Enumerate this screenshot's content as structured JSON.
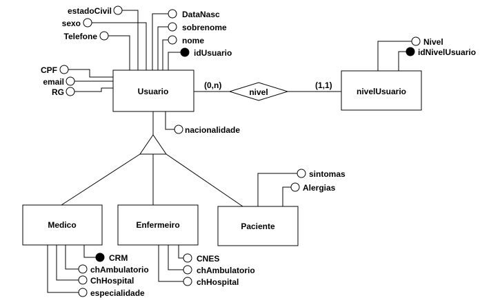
{
  "entities": {
    "usuario": "Usuario",
    "nivel_usuario": "nivelUsuario",
    "medico": "Medico",
    "enfermeiro": "Enfermeiro",
    "paciente": "Paciente"
  },
  "relationship": {
    "name": "nivel",
    "card_left": "(0,n)",
    "card_right": "(1,1)"
  },
  "attributes": {
    "usuario": {
      "estado_civil": "estadoCivil",
      "sexo": "sexo",
      "telefone": "Telefone",
      "data_nasc": "DataNasc",
      "sobrenome": "sobrenome",
      "nome": "nome",
      "id_usuario": "idUsuario",
      "cpf": "CPF",
      "email": "email",
      "rg": "RG",
      "nacionalidade": "nacionalidade"
    },
    "nivel_usuario": {
      "nivel": "Nivel",
      "id_nivel_usuario": "idNivelUsuario"
    },
    "medico": {
      "crm": "CRM",
      "ch_ambulatorio": "chAmbulatorio",
      "ch_hospital": "ChHospital",
      "especialidade": "especialidade"
    },
    "enfermeiro": {
      "cnes": "CNES",
      "ch_ambulatorio": "chAmbulatorio",
      "ch_hospital": "chHospital"
    },
    "paciente": {
      "sintomas": "sintomas",
      "alergias": "Alergias"
    }
  }
}
